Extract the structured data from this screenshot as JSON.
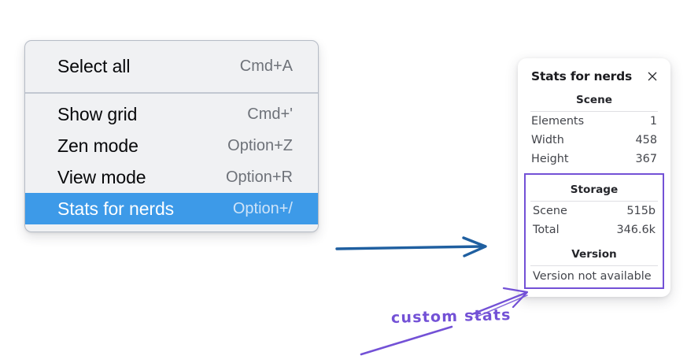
{
  "context_menu": {
    "name": "canvas-context-menu",
    "groups": [
      {
        "items": [
          {
            "label": "Select all",
            "shortcut": "Cmd+A",
            "selected": false
          }
        ]
      },
      {
        "items": [
          {
            "label": "Show grid",
            "shortcut": "Cmd+'",
            "selected": false
          },
          {
            "label": "Zen mode",
            "shortcut": "Option+Z",
            "selected": false
          },
          {
            "label": "View mode",
            "shortcut": "Option+R",
            "selected": false
          },
          {
            "label": "Stats for nerds",
            "shortcut": "Option+/",
            "selected": true
          }
        ]
      }
    ]
  },
  "stats_panel": {
    "title": "Stats for nerds",
    "close_icon": "close-icon",
    "sections": [
      {
        "heading": "Scene",
        "highlighted": false,
        "rows": [
          {
            "key": "Elements",
            "value": "1"
          },
          {
            "key": "Width",
            "value": "458"
          },
          {
            "key": "Height",
            "value": "367"
          }
        ]
      },
      {
        "heading": "Storage",
        "highlighted": true,
        "rows": [
          {
            "key": "Scene",
            "value": "515b"
          },
          {
            "key": "Total",
            "value": "346.6k"
          }
        ]
      },
      {
        "heading": "Version",
        "highlighted": true,
        "note": "Version not available"
      }
    ]
  },
  "annotations": {
    "custom_stats_label": "custom stats",
    "blue_arrow_name": "blue-flow-arrow",
    "purple_arrow_name": "purple-callout-arrow",
    "purple_underline_name": "purple-underline-stroke"
  },
  "colors": {
    "menu_background": "#f0f1f3",
    "menu_border": "#b6bcc6",
    "selection_blue": "#3d9ae8",
    "selection_text": "#ffffff",
    "shortcut_gray": "#6e7279",
    "panel_background": "#ffffff",
    "highlight_purple": "#7351d6",
    "arrow_blue": "#1f5fa0",
    "page_background": "#ffffff"
  }
}
